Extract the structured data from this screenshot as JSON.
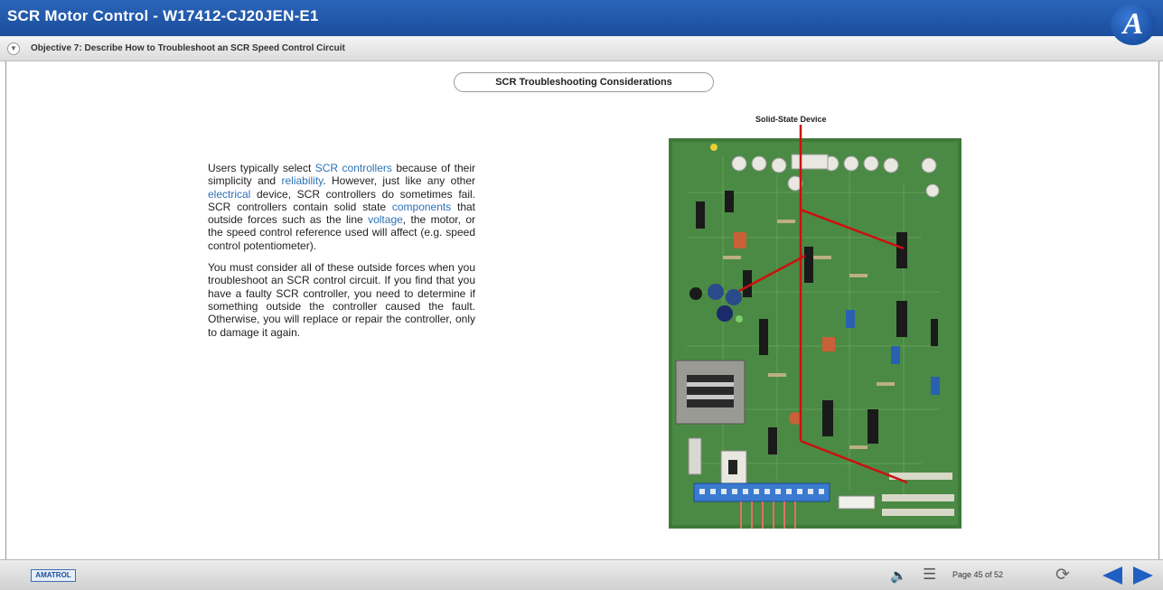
{
  "header": {
    "title": "SCR Motor Control - W17412-CJ20JEN-E1",
    "logo_letter": "A"
  },
  "objective": {
    "text": "Objective 7: Describe How to Troubleshoot an SCR Speed Control Circuit"
  },
  "section": {
    "title": "SCR Troubleshooting Considerations"
  },
  "body": {
    "p1_a": "Users typically select ",
    "p1_link1": "SCR controllers",
    "p1_b": " because of their simplicity and ",
    "p1_link2": "reliability",
    "p1_c": ". However, just like any other ",
    "p1_link3": "electrical",
    "p1_d": " device, SCR controllers do sometimes fail. SCR controllers contain solid state ",
    "p1_link4": "components",
    "p1_e": " that outside forces such as the line ",
    "p1_link5": "voltage",
    "p1_f": ", the motor, or the speed control reference used will affect (e.g. speed control potentiometer).",
    "p2": "You must consider all of these outside forces when you troubleshoot an SCR control circuit. If you find that you have a faulty SCR controller, you need to determine if something outside the controller caused the fault. Otherwise, you will replace or repair the controller, only to damage it again."
  },
  "figure": {
    "label": "Solid-State Device"
  },
  "footer": {
    "brand_logo": "AMATROL",
    "page_indicator": "Page 45 of 52",
    "icons": [
      "sound-icon",
      "menu-icon",
      "refresh-icon",
      "prev-arrow-icon",
      "next-arrow-icon"
    ]
  },
  "colors": {
    "header_blue": "#1b4e9c",
    "link_blue": "#2c72b6",
    "nav_arrow_blue": "#1f5fc4",
    "callout_red": "#cc1010",
    "board_green": "#3e7a3a"
  }
}
